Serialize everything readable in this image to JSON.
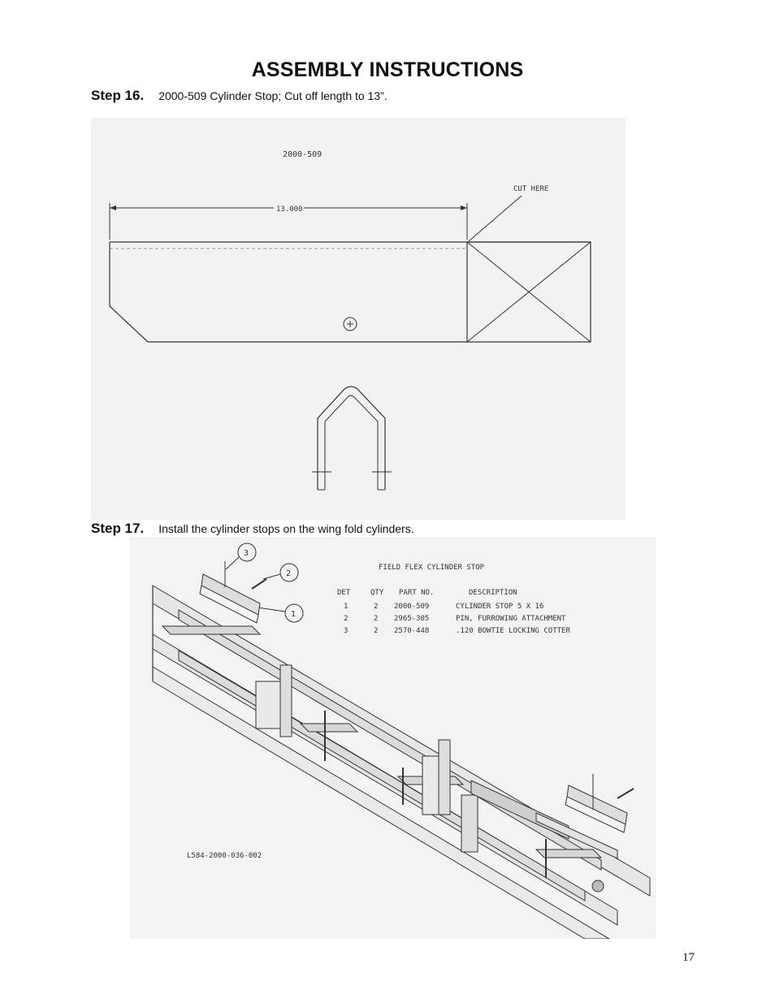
{
  "page": {
    "title": "ASSEMBLY INSTRUCTIONS",
    "page_number": "17"
  },
  "steps": [
    {
      "label": "Step 16.",
      "text": "2000-509 Cylinder Stop; Cut off length to 13”."
    },
    {
      "label": "Step 17.",
      "text": "Install the cylinder stops on the wing fold cylinders."
    }
  ],
  "figure1": {
    "part_number": "2000-509",
    "dimension": "13.000",
    "callout": "CUT HERE"
  },
  "figure2": {
    "table_title": "FIELD FLEX CYLINDER STOP",
    "headers": [
      "DET",
      "QTY",
      "PART NO.",
      "DESCRIPTION"
    ],
    "rows": [
      [
        "1",
        "2",
        "2000-509",
        "CYLINDER STOP 5 X 16"
      ],
      [
        "2",
        "2",
        "2965-305",
        "PIN, FURROWING ATTACHMENT"
      ],
      [
        "3",
        "2",
        "2570-448",
        ".120 BOWTIE LOCKING COTTER"
      ]
    ],
    "balloons": [
      "3",
      "2",
      "1"
    ],
    "drawing_number": "L584-2000-036-002"
  }
}
